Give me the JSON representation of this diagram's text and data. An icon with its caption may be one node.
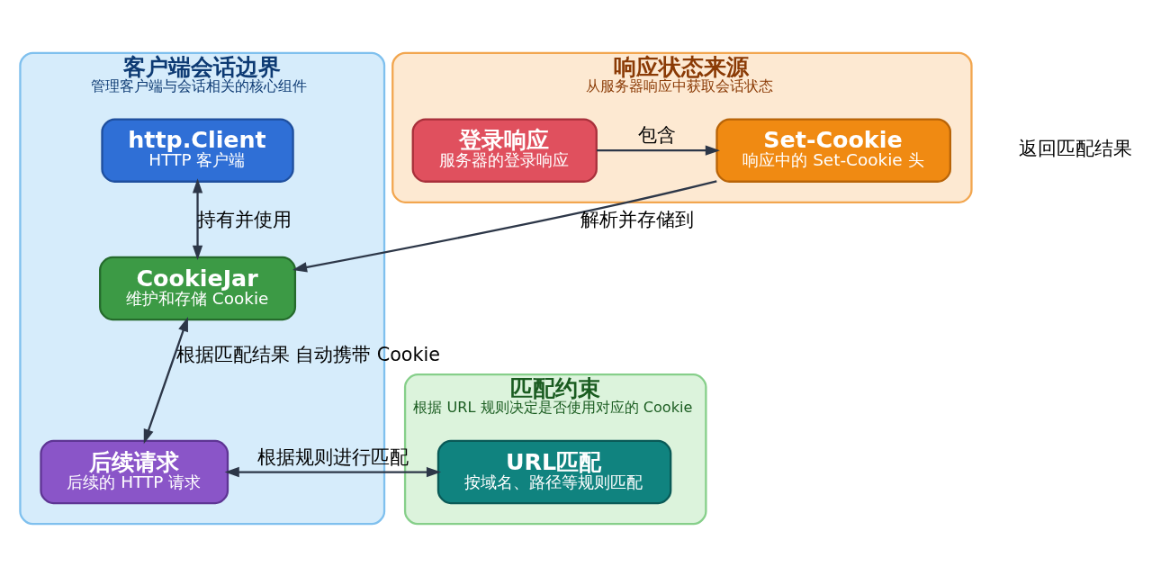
{
  "diagram": {
    "nodes": [
      {
        "text": [
          "客户端会话边界",
          "管理客户端与会话相关的核心组件"
        ]
      },
      {
        "text": [
          "http.Client",
          "HTTP 客户端"
        ],
        "in": 0
      },
      {
        "text": [
          "CookieJar",
          "维护和存储 Cookie"
        ],
        "in": 0
      },
      {
        "text": [
          "后续请求",
          "后续的 HTTP 请求"
        ],
        "in": 0
      },
      {
        "text": [
          "响应状态来源",
          "从服务器响应中获取会话状态"
        ]
      },
      {
        "text": [
          "登录响应",
          "服务器的登录响应"
        ],
        "in": 4
      },
      {
        "text": [
          "Set-Cookie",
          "响应中的 Set-Cookie 头"
        ],
        "in": 4
      },
      {
        "text": [
          "匹配约束",
          "根据 URL 规则决定是否使用对应的 Cookie"
        ]
      },
      {
        "text": [
          "URL匹配",
          "按域名、路径等规则匹配"
        ],
        "in": 7
      }
    ],
    "edges": [
      {
        "from": 1,
        "to": 2,
        "arrow": "both",
        "label": "持有并使用"
      },
      {
        "from": 2,
        "to": 3,
        "arrow": "both",
        "label": "根据匹配结果 自动携带 Cookie"
      },
      {
        "from": 5,
        "to": 6,
        "arrow": "to",
        "label": "包含"
      },
      {
        "from": 6,
        "to": 2,
        "arrow": "to",
        "label": "解析并存储到"
      },
      {
        "from": 3,
        "to": 8,
        "arrow": "both",
        "label": "根据规则进行匹配"
      }
    ],
    "labels": [
      "返回匹配结果"
    ]
  }
}
